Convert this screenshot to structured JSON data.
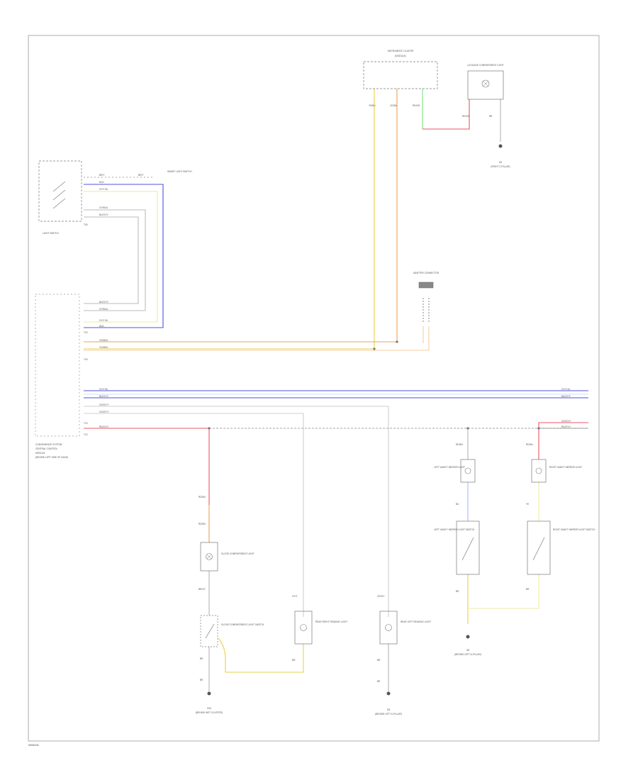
{
  "colors": {
    "frame": "#9a9a9a",
    "component": "#777777",
    "wire_black": "#888888",
    "wire_blue": "#5050e0",
    "wire_yellow": "#e6d24a",
    "wire_light_yellow": "#eeeaa0",
    "wire_orange": "#f0a050",
    "wire_light_orange": "#f7cfa0",
    "wire_red": "#ee5560",
    "wire_green": "#7adf7a",
    "wire_gray": "#c8c8c8",
    "wire_light_blue": "#aab8ff"
  },
  "diagram": {
    "footer_code": "W00431",
    "components": {
      "center_module": {
        "label": "INSTRUMENT CLUSTER",
        "sub": "(MODULE)"
      },
      "luggage_light": {
        "label": "LUGGAGE COMPARTMENT LIGHT"
      },
      "light_switch": {
        "label": "LIGHT SWITCH"
      },
      "gateway": {
        "label1": "CONVENIENCE SYSTEM",
        "label2": "CENTRAL CONTROL",
        "label3": "MODULE",
        "label4": "(BEHIND LEFT SIDE OF DASH)"
      },
      "connector": {
        "label": "ADAPTER CONNECTOR"
      },
      "glove_light": {
        "label": "GLOVE COMPARTMENT LIGHT"
      },
      "glove_switch": {
        "label": "GLOVE COMPARTMENT LIGHT SWITCH"
      },
      "rear_right_lamp": {
        "label": "REAR RIGHT READING LIGHT"
      },
      "rear_left_lamp": {
        "label": "REAR LEFT READING LIGHT"
      },
      "left_vanity_light": {
        "label": "LEFT VANITY MIRROR LIGHT"
      },
      "right_vanity_light": {
        "label": "RIGHT VANITY MIRROR LIGHT"
      },
      "left_vanity_switch": {
        "label": "LEFT VANITY MIRROR LIGHT SWITCH"
      },
      "right_vanity_switch": {
        "label": "RIGHT VANITY MIRROR LIGHT SWITCH"
      }
    },
    "grounds": {
      "g1": {
        "label": "G5",
        "sub": "(RIGHT C-PILLAR)"
      },
      "g2": {
        "label": "G44",
        "sub": "(BEHIND INST CLUSTER)"
      },
      "g3": {
        "label": "G8",
        "sub": "(BEHIND LEFT A-PILLAR)"
      },
      "g4": {
        "label": "G8",
        "sub": "(BEHIND LEFT A-PILLAR)"
      }
    },
    "wire_codes": {
      "w_ls1": "BR/Y",
      "w_ls1b": "BR/Y",
      "w_ls1_dest": "SMART LIGHT SWITCH",
      "w_ls2": "BU/L",
      "w_ls3": "GY/Y BL",
      "w_ls4": "GY/BU/L",
      "w_ls5": "BU/GY/Y",
      "w_cg1": "BU/GY/Y",
      "w_cg2": "GY/BU/L",
      "w_cg3": "GY/Y BL",
      "w_cg4": "BU/L",
      "w_cg5": "OG/BU/L",
      "w_cg6": "OG/BU/L",
      "w_cg7": "GY/Y BL",
      "w_cg8": "BU/GY/Y",
      "w_cg9": "OG/GY/Y",
      "w_cg10": "OG/GY/Y",
      "w_cg11": "RD/GY/Y",
      "w_r1": "GY/Y BL",
      "w_r2": "BU/GY/Y",
      "w_r3": "OG/GY/Y",
      "w_r4": "RD/GY/Y",
      "w_m1": "YE/BU",
      "w_m2": "OG/BU",
      "w_m3": "RD/GN",
      "w_lug1": "RD/GN",
      "w_lug2": "BR",
      "w_gl1": "RD/BU",
      "w_gl2": "RD/BU",
      "w_gl3": "BR/GY",
      "w_gl4": "BR",
      "w_gl5": "BR",
      "w_rr1": "GY/Y",
      "w_rr2": "BR",
      "w_rl1": "OG/GY",
      "w_rl2": "BR",
      "w_rl3": "BR",
      "w_vl1": "RD/BU",
      "w_vl2": "BU",
      "w_vl3": "BR",
      "w_vr1": "RD/BU",
      "w_vr2": "YE",
      "w_vr3": "BR"
    },
    "pins": {
      "p1": "T40",
      "p2": "T40",
      "p3": "T40",
      "p4": "T10",
      "p5": "T10"
    }
  }
}
